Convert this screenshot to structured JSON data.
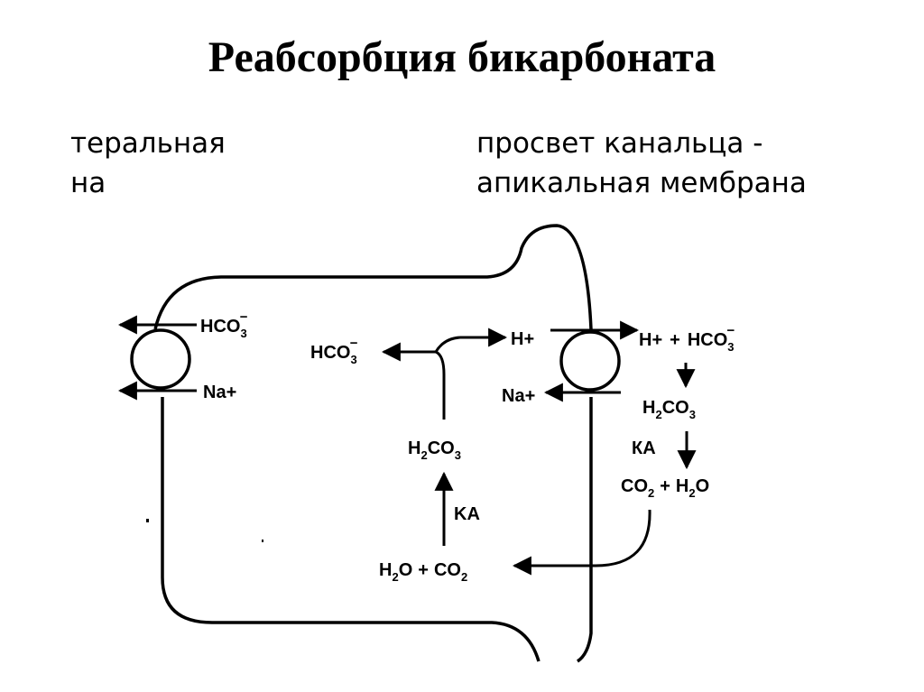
{
  "title": "Реабсорбция бикарбоната",
  "labels": {
    "basolateral_line1": "теральная",
    "basolateral_line2": "на",
    "lumen_line1": "просвет канальца -",
    "lumen_line2": "апикальная мембрана"
  },
  "species": {
    "hco3_base": "HCO",
    "hco3_sub": "3",
    "hco3_sup": "−",
    "h_plus": "H+",
    "na_plus": "Na+",
    "h2co3_a": "H",
    "h2co3_b": "2",
    "h2co3_c": "CO",
    "h2co3_d": "3",
    "co2_a": "CO",
    "co2_b": "2",
    "h2o_a": "H",
    "h2o_b": "2",
    "h2o_c": "O",
    "plus": "+",
    "ka": "KA",
    "ka_cyr": "КА"
  }
}
